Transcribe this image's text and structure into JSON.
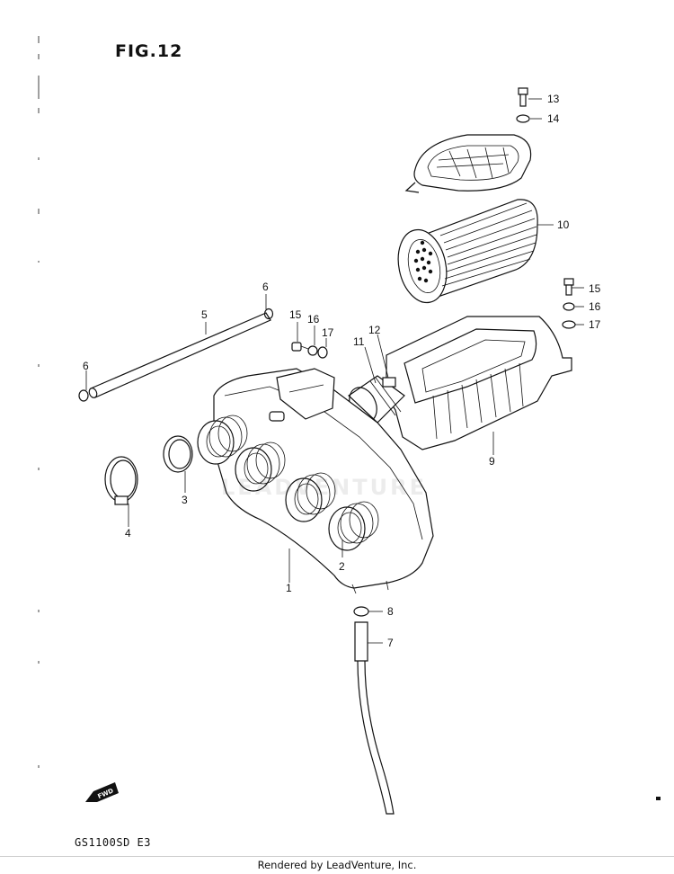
{
  "title": "FIG.12",
  "model": "GS1100SD  E3",
  "footer": "Rendered by LeadVenture, Inc.",
  "watermark": "LEADVENTURE",
  "fwd_label": "FWD",
  "callouts": {
    "p1": "1",
    "p2": "2",
    "p3": "3",
    "p4": "4",
    "p5": "5",
    "p6a": "6",
    "p6b": "6",
    "p7": "7",
    "p8": "8",
    "p9": "9",
    "p10": "10",
    "p11": "11",
    "p12": "12",
    "p13": "13",
    "p14": "14",
    "p15a": "15",
    "p15b": "15",
    "p16a": "16",
    "p16b": "16",
    "p17a": "17",
    "p17b": "17"
  }
}
